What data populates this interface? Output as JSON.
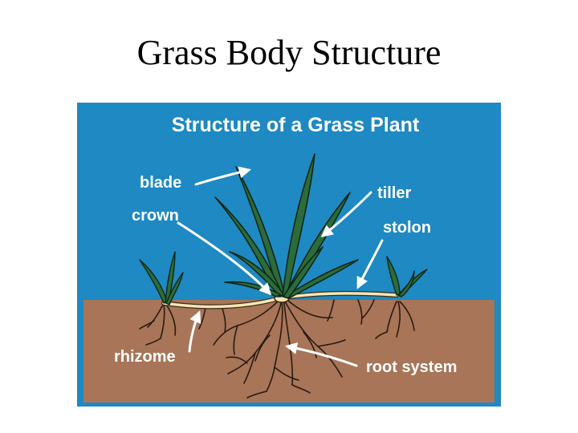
{
  "slide": {
    "title": "Grass Body Structure"
  },
  "diagram": {
    "title": "Structure of a Grass Plant",
    "labels": {
      "blade": "blade",
      "crown": "crown",
      "tiller": "tiller",
      "stolon": "stolon",
      "rhizome": "rhizome",
      "root_system": "root system"
    },
    "colors": {
      "background": "#1e89c2",
      "soil": "#a87559",
      "leaf": "#2d6b3a",
      "leaf_outline": "#0d2414",
      "stolon": "#f4e6b4",
      "roots": "#2a1a10",
      "arrow": "#ffffff"
    }
  }
}
